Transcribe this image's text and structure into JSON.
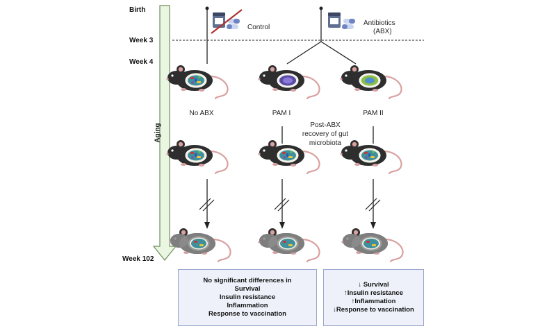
{
  "timeline": {
    "birth": "Birth",
    "week3": "Week 3",
    "week4": "Week 4",
    "week102": "Week 102",
    "aging": "Aging"
  },
  "legend": {
    "control": "Control",
    "antibiotics_line1": "Antibiotics",
    "antibiotics_line2": "(ABX)"
  },
  "groups": {
    "no_abx": "No ABX",
    "pam1": "PAM I",
    "pam2": "PAM II"
  },
  "recovery": {
    "line1": "Post-ABX",
    "line2": "recovery of gut",
    "line3": "microbiota"
  },
  "outcomes": {
    "left": [
      "No significant differences in",
      "Survival",
      "Insulin resistance",
      "Inflammation",
      "Response to vaccination"
    ],
    "right": [
      "↓ Survival",
      "↑Insulin resistance",
      "↑Inflammation",
      "↓Response to vaccination"
    ]
  },
  "colors": {
    "aging_arrow_fill": "#eaf5e2",
    "aging_arrow_stroke": "#6d8f5a",
    "young_mouse": "#2e2e2e",
    "old_mouse": "#8c8c8c",
    "mouse_ear_tail": "#d9a0a0",
    "outcome_box_fill": "#eef1f9",
    "outcome_box_border": "#9aa6cf",
    "pill_blue": "#6f84c2",
    "no_sign_red": "#b03030"
  }
}
